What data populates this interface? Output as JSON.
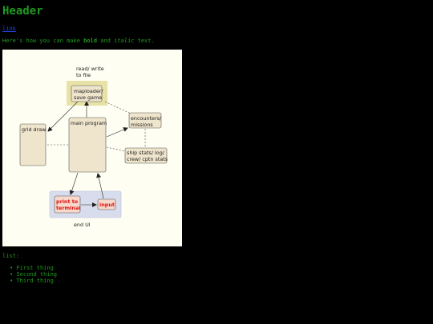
{
  "header": {
    "title": "Header"
  },
  "link": {
    "text": "link"
  },
  "intro": {
    "before": "Here's how you can make ",
    "bold": "bold",
    "middle": " and ",
    "italic": "italic",
    "after": " text."
  },
  "diagram": {
    "nodes": {
      "file_label_1": "read/ write",
      "file_label_2": "to file",
      "maploader_1": "maploader/",
      "maploader_2": "save game",
      "grid_draw": "grid draw",
      "main_program": "main program",
      "encounters_1": "encounters/",
      "encounters_2": "missions",
      "ship_1": "ship stats/ log/",
      "ship_2": "crew/ cptn stats",
      "print_1": "print to",
      "print_2": "terminal",
      "input": "input",
      "ui_label": "end UI"
    },
    "colors": {
      "node_fill": "#efe4cc",
      "file_group": "#e8e2a6",
      "ui_group": "#d8ddee",
      "ui_node_fill": "#f7d9cc",
      "ui_text": "#dd1111"
    }
  },
  "list": {
    "label": "list:",
    "items": [
      "First thing",
      "Second thing",
      "Third thing"
    ]
  }
}
